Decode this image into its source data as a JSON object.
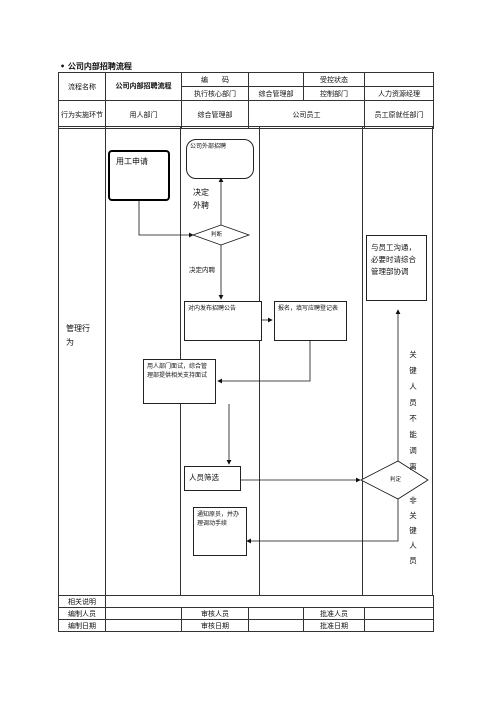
{
  "doc_title": "公司内部招聘流程",
  "header": {
    "process_name_label": "流程名称",
    "process_name_value": "公司内部招聘流程",
    "code_label": "编　　码",
    "controlled_status_label": "受控状态",
    "exec_core_dept": "执行核心部门",
    "general_mgmt_dept": "综合管理部",
    "control_dept": "控制部门",
    "hr_manager": "人力资源经理"
  },
  "lanes": {
    "stage_label": "行为实施环节",
    "col1": "用人部门",
    "col2": "综合管理部",
    "col3": "公司员工",
    "col4": "员工原就任部门"
  },
  "row_label": "管理行为",
  "flow": {
    "apply": "用工申请",
    "external": "公司外部招聘",
    "decide_external": "决定外聘",
    "judge": "判断",
    "decide_internal": "决定内聘",
    "publish": "对内发布招聘公告",
    "register": "报名，填写应聘登记表",
    "interview": "用人部门面试，综合管理部提供相关支持面试",
    "screen": "人员筛选",
    "confirm": "判定",
    "key_staff": "关键人员不能调离",
    "non_key_staff": "非关键人员",
    "communicate": "与员工沟通，必要时请综合管理部协调",
    "notify": "通知原员，并办理调动手续"
  },
  "footer": {
    "notes": "相关说明",
    "author": "编制人员",
    "reviewer": "审核人员",
    "approver": "批准人员",
    "author_date": "编制日期",
    "review_date": "审核日期",
    "approve_date": "批准日期"
  }
}
